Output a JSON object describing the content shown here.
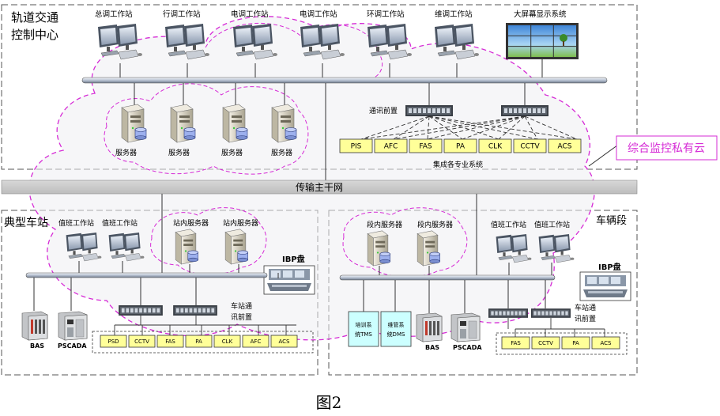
{
  "control_center": {
    "title_line1": "轨道交通",
    "title_line2": "控制中心",
    "workstations": [
      {
        "label": "总调工作站"
      },
      {
        "label": "行调工作站"
      },
      {
        "label": "电调工作站"
      },
      {
        "label": "电调工作站"
      },
      {
        "label": "环调工作站"
      },
      {
        "label": "维调工作站"
      }
    ],
    "display_label": "大屏幕显示系统",
    "servers": [
      {
        "label": "服务器"
      },
      {
        "label": "服务器"
      },
      {
        "label": "服务器"
      },
      {
        "label": "服务器"
      }
    ],
    "comm_front_label": "通讯前置",
    "subsystems": [
      "PIS",
      "AFC",
      "FAS",
      "PA",
      "CLK",
      "CCTV",
      "ACS"
    ],
    "integration_label": "集成各专业系统"
  },
  "cloud_callout": "综合监控私有云",
  "backbone_label": "传输主干网",
  "station": {
    "title": "典型车站",
    "workstations": [
      {
        "label": "值班工作站"
      },
      {
        "label": "值班工作站"
      }
    ],
    "servers": [
      {
        "label": "站内服务器"
      },
      {
        "label": "站内服务器"
      }
    ],
    "ibp_label": "IBP盘",
    "comm_front_line1": "车站通",
    "comm_front_line2": "讯前置",
    "devices": [
      {
        "label": "BAS"
      },
      {
        "label": "PSCADA"
      }
    ],
    "subsystems": [
      "PSD",
      "CCTV",
      "FAS",
      "PA",
      "CLK",
      "AFC",
      "ACS"
    ]
  },
  "depot": {
    "title": "车辆段",
    "servers": [
      {
        "label": "段内服务器"
      },
      {
        "label": "段内服务器"
      }
    ],
    "workstations": [
      {
        "label": "值班工作站"
      },
      {
        "label": "值班工作站"
      }
    ],
    "ibp_label": "IBP盘",
    "comm_front_line1": "车站通",
    "comm_front_line2": "讯前置",
    "tms_line1": "培训系",
    "tms_line2": "统TMS",
    "dms_line1": "维管系",
    "dms_line2": "统DMS",
    "devices": [
      {
        "label": "BAS"
      },
      {
        "label": "PSCADA"
      }
    ],
    "subsystems": [
      "FAS",
      "CCTV",
      "PA",
      "ACS"
    ]
  },
  "caption": "图2",
  "colors": {
    "cloud_stroke": "#d62bd6",
    "subsystem_fill": "#ffff99",
    "trainbox_fill": "#ccffff",
    "backbone_fill": "#c8c8c8",
    "bus_fill": "#d9dfe9",
    "dashed_border": "#555555"
  }
}
